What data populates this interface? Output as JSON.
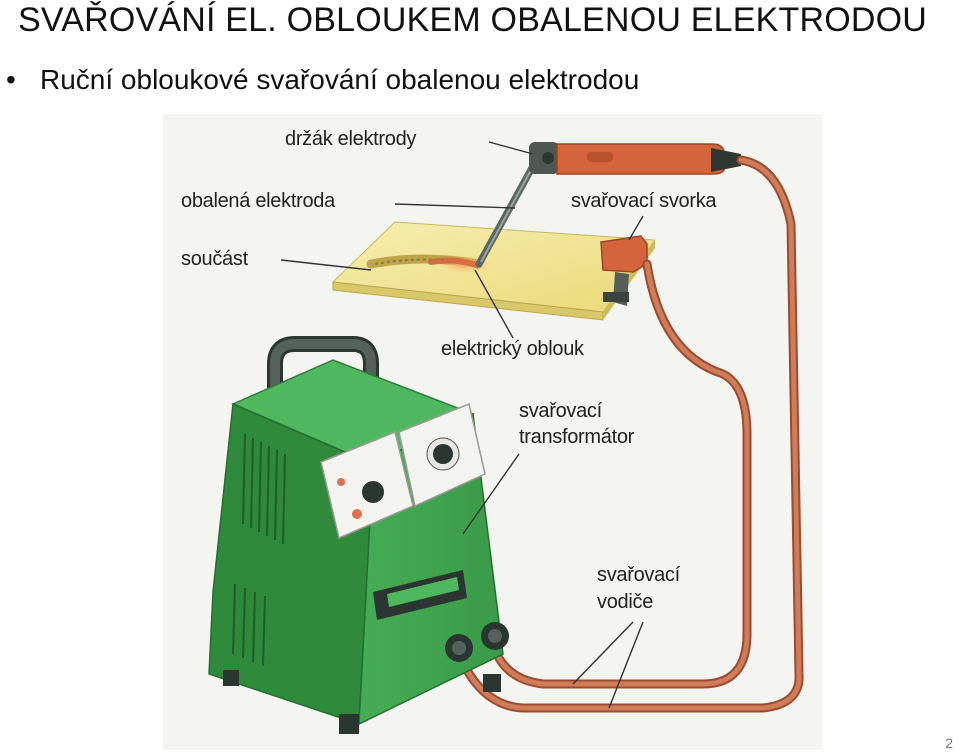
{
  "slide": {
    "title": "SVAŘOVÁNÍ EL. OBLOUKEM OBALENOU ELEKTRODOU",
    "bullet": "Ruční obloukové svařování obalenou elektrodou",
    "page_number": "2"
  },
  "diagram": {
    "labels": {
      "holder": "držák elektrody",
      "electrode": "obalená elektroda",
      "part": "součást",
      "clamp": "svařovací svorka",
      "arc": "elektrický oblouk",
      "transformer_line1": "svařovací",
      "transformer_line2": "transformátor",
      "leads_line1": "svařovací",
      "leads_line2": "vodiče"
    },
    "colors": {
      "transformer_body": "#3fa64e",
      "transformer_dark": "#2e7d3a",
      "handle": "#4a5a52",
      "cable": "#c8704e",
      "holder": "#d4643c",
      "plate": "#f3e89a",
      "figure_bg": "#f4f4f1"
    }
  }
}
